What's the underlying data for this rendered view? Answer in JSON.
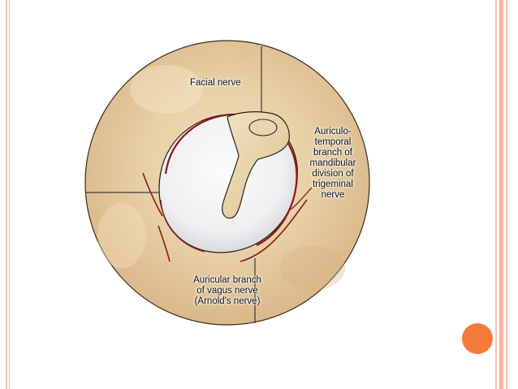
{
  "diagram": {
    "labels": {
      "facial_nerve": "Facial nerve",
      "auriculotemporal": [
        "Auriculo-",
        "temporal",
        "branch of",
        "mandibular",
        "division of",
        "trigeminal",
        "nerve"
      ],
      "auricular_vagus": [
        "Auricular branch",
        "of vagus nerve",
        "(Arnold's nerve)"
      ]
    }
  },
  "colors": {
    "skin": "#e8cfa5",
    "skin_dark": "#cfae7e",
    "canal": "#f2f2f4",
    "nerve": "#8b1a1a",
    "border": "#f3c2b4",
    "accent_dot": "#f47b3c"
  }
}
